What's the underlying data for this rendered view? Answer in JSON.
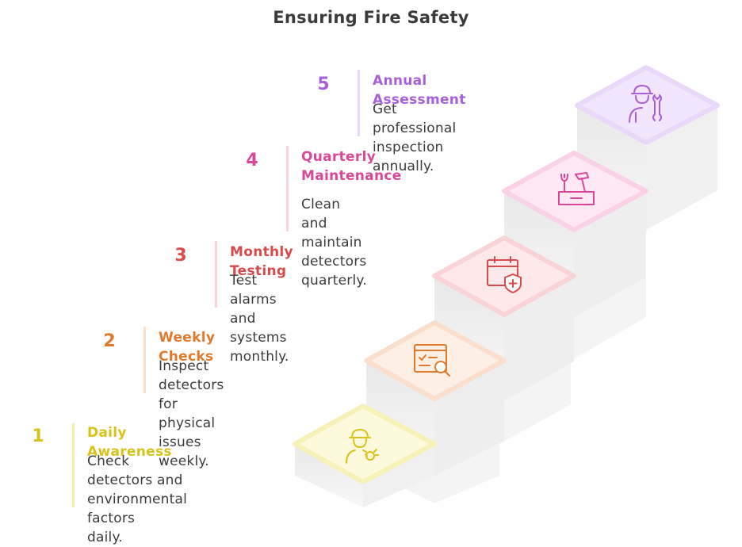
{
  "title": "Ensuring Fire Safety",
  "colors": {
    "step1": "#d9c21a",
    "step2": "#e07a2c",
    "step3": "#d94a4a",
    "step4": "#d9479a",
    "step5": "#a85fd9"
  },
  "steps": [
    {
      "number": "1",
      "heading": "Daily Awareness",
      "lines": [
        "Check detectors and",
        "environmental factors",
        "daily."
      ],
      "icon": "worker-with-whistle-icon"
    },
    {
      "number": "2",
      "heading": "Weekly Checks",
      "lines": [
        "Inspect detectors for",
        "physical issues weekly."
      ],
      "icon": "checklist-magnifier-icon"
    },
    {
      "number": "3",
      "heading": "Monthly Testing",
      "lines": [
        "Test alarms and",
        "systems monthly."
      ],
      "icon": "calendar-shield-icon"
    },
    {
      "number": "4",
      "heading_lines": [
        "Quarterly",
        "Maintenance"
      ],
      "lines": [
        "Clean and maintain",
        "detectors quarterly."
      ],
      "icon": "toolbox-icon"
    },
    {
      "number": "5",
      "heading": "Annual Assessment",
      "lines": [
        "Get professional",
        "inspection annually."
      ],
      "icon": "technician-wrench-icon"
    }
  ]
}
